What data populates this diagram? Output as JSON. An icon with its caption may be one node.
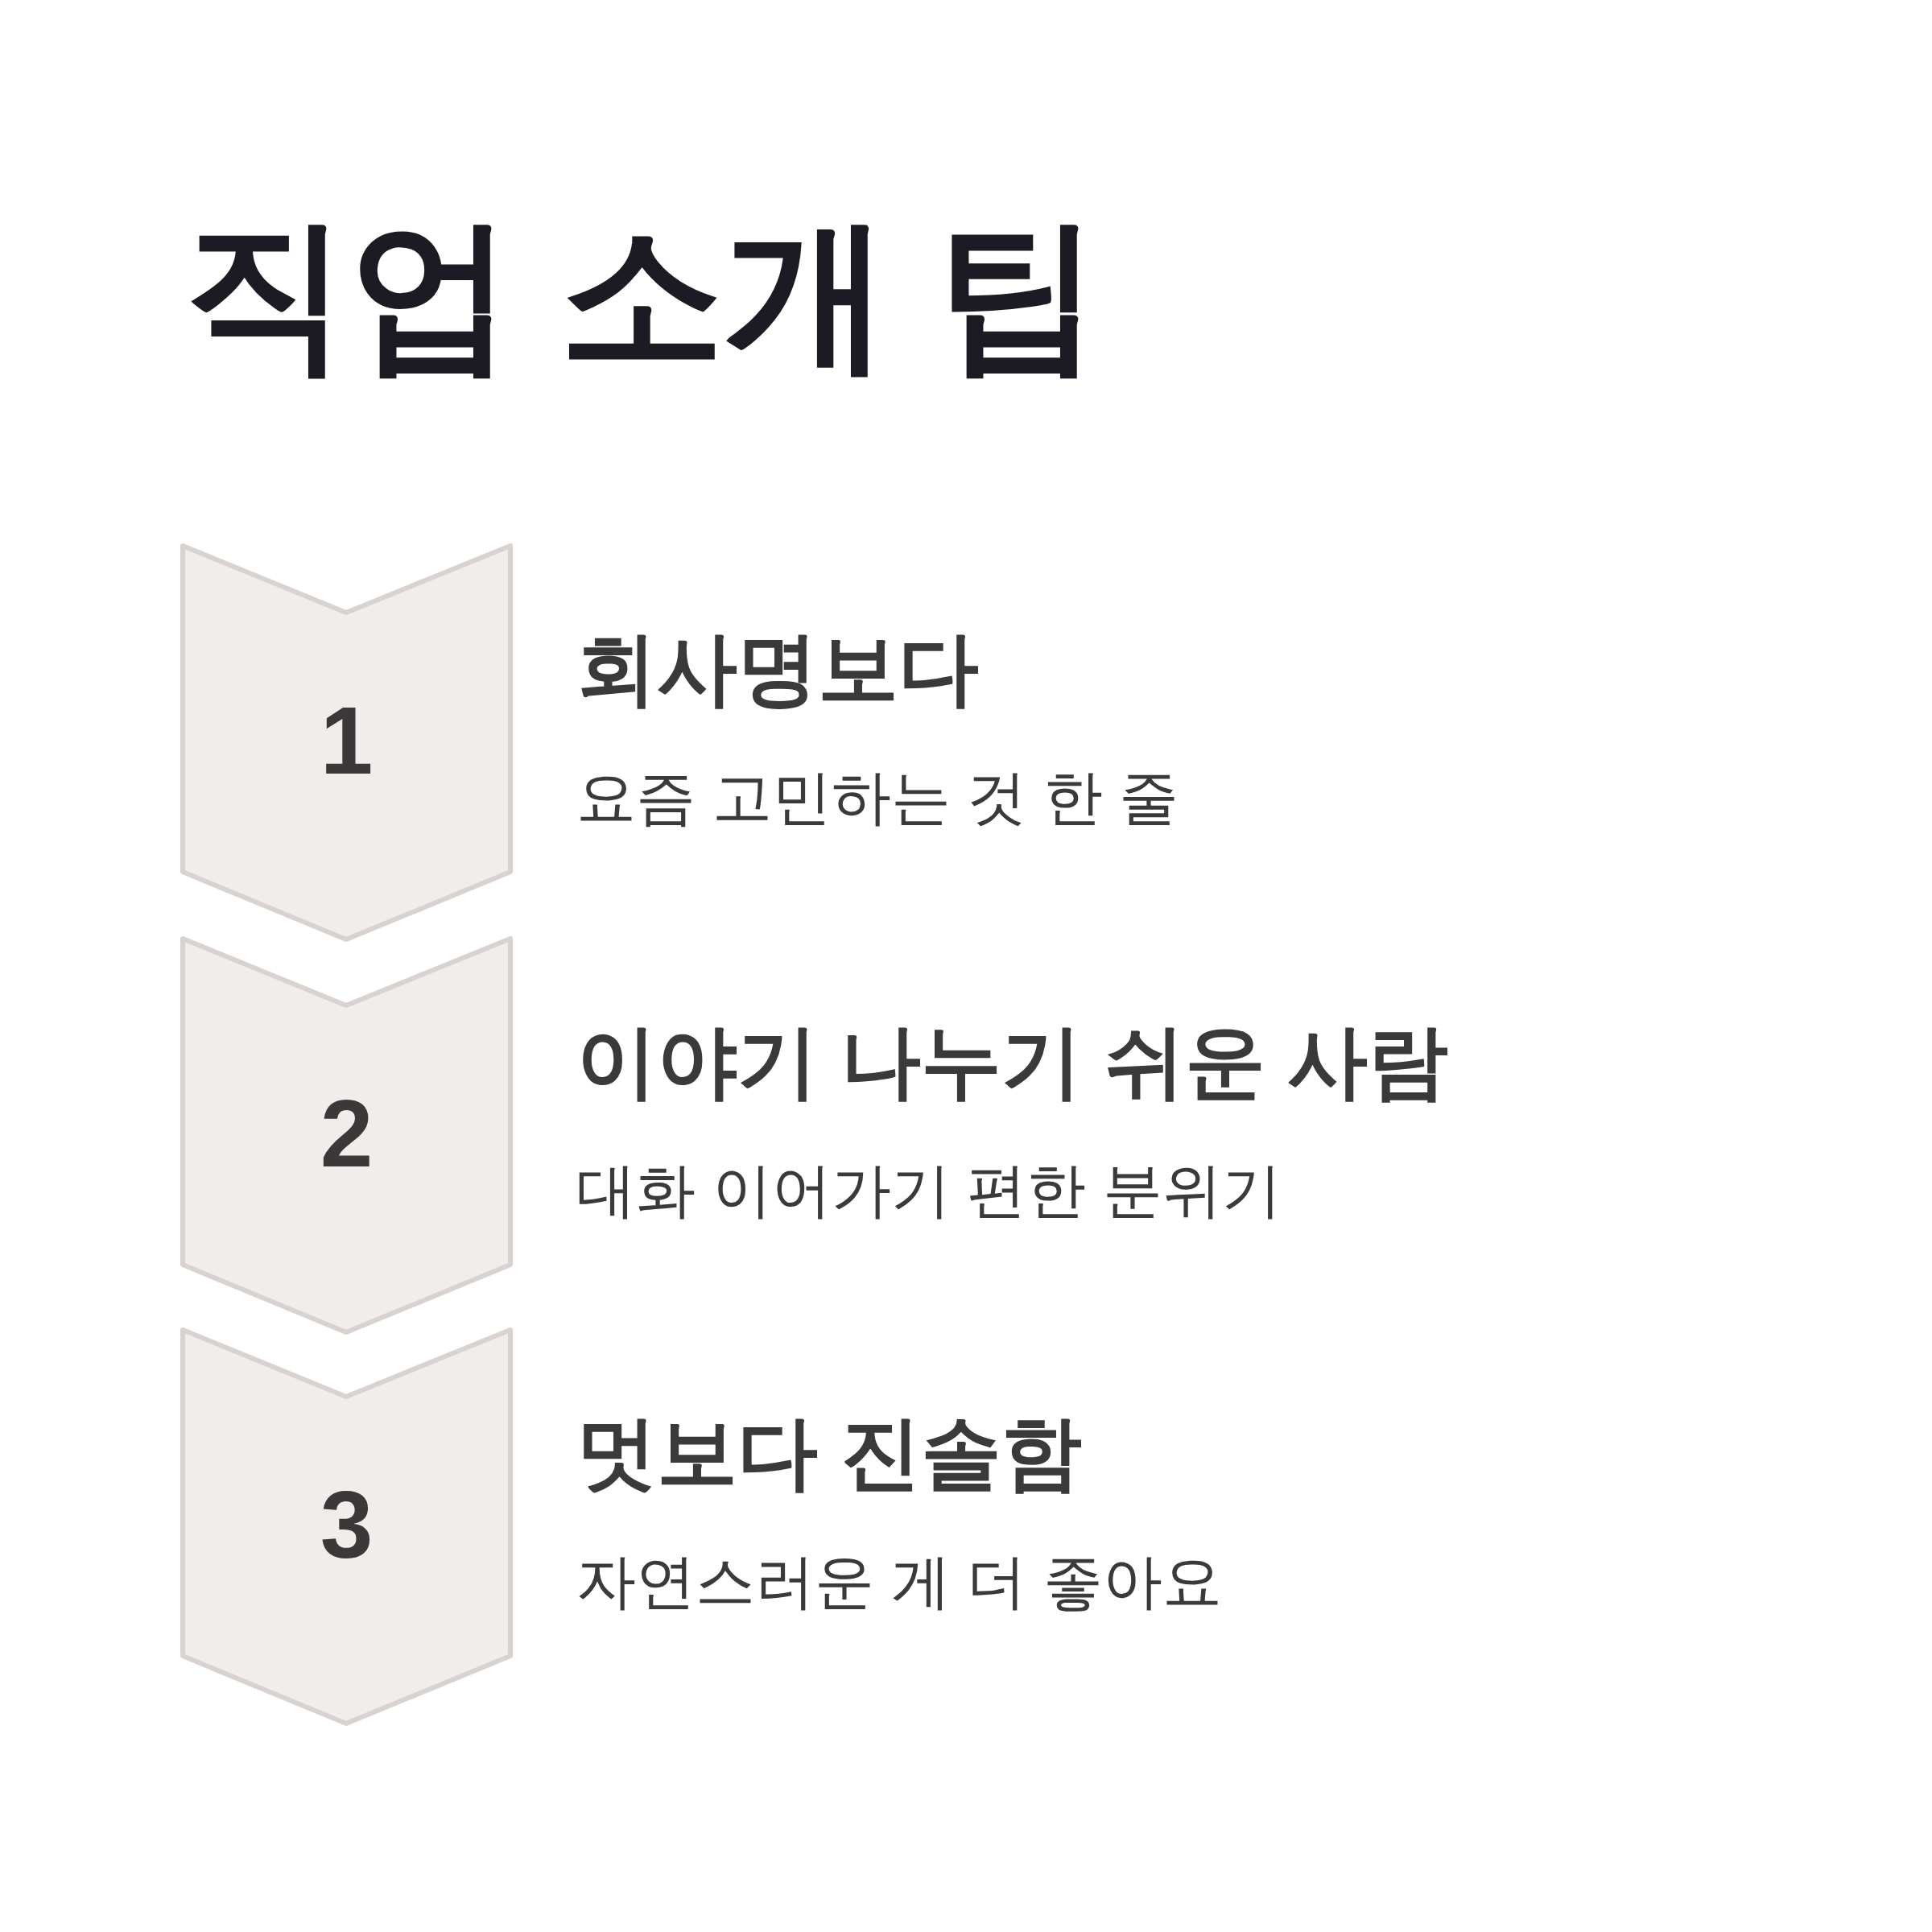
{
  "diagram": {
    "title": "직업 소개 팁",
    "nodes": [
      {
        "text": [
          "1"
        ],
        "beside": [
          "회사명보다",
          "요즘 고민하는 것 한 줄"
        ]
      },
      {
        "text": [
          "2"
        ],
        "beside": [
          "이야기 나누기 쉬운 사람",
          "대화 이어가기 편한 분위기"
        ]
      },
      {
        "text": [
          "3"
        ],
        "beside": [
          "멋보다 진솔함",
          "자연스러운 게 더 좋아요"
        ]
      }
    ]
  }
}
